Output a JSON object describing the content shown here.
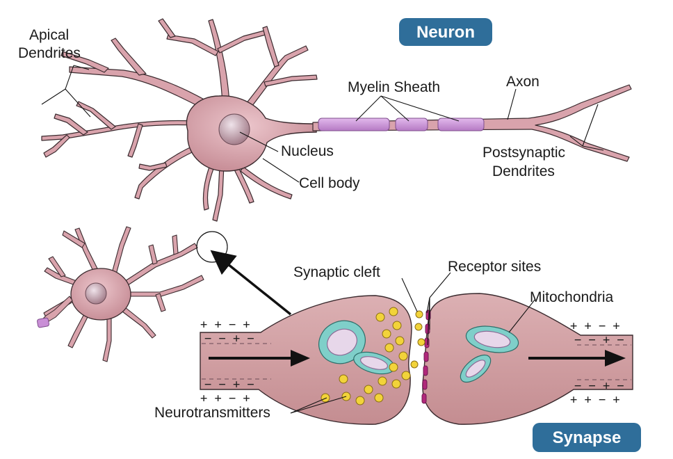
{
  "badges": {
    "neuron": "Neuron",
    "synapse": "Synapse"
  },
  "labels": {
    "apical_line1": "Apical",
    "apical_line2": "Dendrites",
    "myelin": "Myelin Sheath",
    "axon": "Axon",
    "nucleus": "Nucleus",
    "cell_body": "Cell body",
    "postsynaptic_line1": "Postsynaptic",
    "postsynaptic_line2": "Dendrites",
    "synaptic_cleft": "Synaptic cleft",
    "receptor_sites": "Receptor sites",
    "mitochondria": "Mitochondria",
    "neurotransmitters": "Neurotransmitters"
  },
  "charges": {
    "left_top": "+ + − +",
    "left_top_inner": "− − + −",
    "left_bottom_inner": "− − + −",
    "left_bottom": "+ + − +",
    "right_top": "+ + − +",
    "right_top_inner": "− − + −",
    "right_bottom_inner": "− − + −",
    "right_bottom": "+ + − +"
  },
  "colors": {
    "cell": "#d9a3ac",
    "cell_dark": "#b37983",
    "outline": "#3a2a2e",
    "myelin": "#c98fd6",
    "badge": "#2f6e9a",
    "terminal": "#d3a1a4",
    "mito": "#7fcfc9",
    "neurotransmitter": "#f2d33a",
    "receptor": "#b0287a"
  }
}
